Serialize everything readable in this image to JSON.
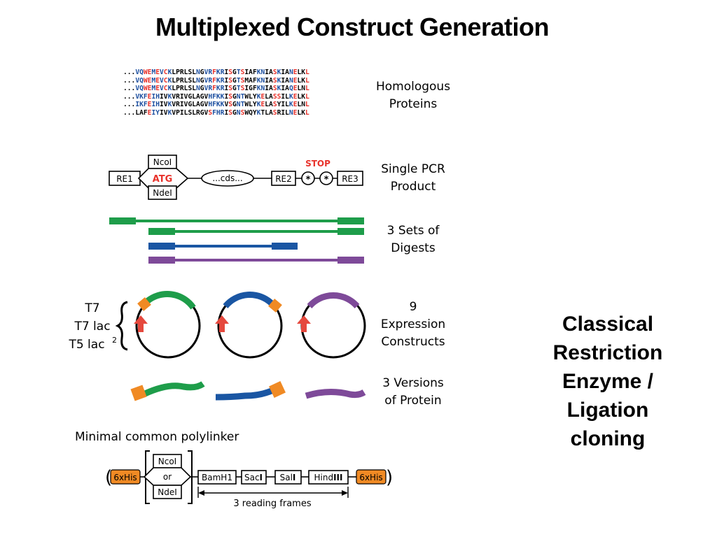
{
  "title": "Multiplexed Construct Generation",
  "sequences": [
    [
      [
        "k",
        "..."
      ],
      [
        "b",
        "VQ"
      ],
      [
        "r",
        "WE"
      ],
      [
        "b",
        "M"
      ],
      [
        "r",
        "E"
      ],
      [
        "b",
        "V"
      ],
      [
        "r",
        "C"
      ],
      [
        "b",
        "K"
      ],
      [
        "k",
        "LPRLSL"
      ],
      [
        "b",
        "N"
      ],
      [
        "k",
        "G"
      ],
      [
        "b",
        "VR"
      ],
      [
        "r",
        "F"
      ],
      [
        "b",
        "KR"
      ],
      [
        "k",
        "I"
      ],
      [
        "r",
        "S"
      ],
      [
        "k",
        "G"
      ],
      [
        "b",
        "T"
      ],
      [
        "r",
        "S"
      ],
      [
        "k",
        "IAF"
      ],
      [
        "b",
        "KN"
      ],
      [
        "k",
        "IA"
      ],
      [
        "r",
        "S"
      ],
      [
        "b",
        "K"
      ],
      [
        "k",
        "IA"
      ],
      [
        "b",
        "N"
      ],
      [
        "r",
        "E"
      ],
      [
        "k",
        "LK"
      ],
      [
        "r",
        "L"
      ]
    ],
    [
      [
        "k",
        "..."
      ],
      [
        "b",
        "VQ"
      ],
      [
        "r",
        "WE"
      ],
      [
        "b",
        "M"
      ],
      [
        "r",
        "E"
      ],
      [
        "b",
        "V"
      ],
      [
        "r",
        "C"
      ],
      [
        "b",
        "K"
      ],
      [
        "k",
        "LPRLSL"
      ],
      [
        "b",
        "N"
      ],
      [
        "k",
        "G"
      ],
      [
        "b",
        "VR"
      ],
      [
        "r",
        "F"
      ],
      [
        "b",
        "KR"
      ],
      [
        "k",
        "I"
      ],
      [
        "r",
        "S"
      ],
      [
        "k",
        "G"
      ],
      [
        "b",
        "T"
      ],
      [
        "r",
        "S"
      ],
      [
        "k",
        "MAF"
      ],
      [
        "b",
        "KN"
      ],
      [
        "k",
        "IA"
      ],
      [
        "r",
        "S"
      ],
      [
        "b",
        "K"
      ],
      [
        "k",
        "IA"
      ],
      [
        "b",
        "N"
      ],
      [
        "r",
        "E"
      ],
      [
        "k",
        "LK"
      ],
      [
        "r",
        "L"
      ]
    ],
    [
      [
        "k",
        "..."
      ],
      [
        "b",
        "VQ"
      ],
      [
        "r",
        "WE"
      ],
      [
        "b",
        "M"
      ],
      [
        "r",
        "E"
      ],
      [
        "b",
        "V"
      ],
      [
        "r",
        "C"
      ],
      [
        "b",
        "K"
      ],
      [
        "k",
        "LPRLSL"
      ],
      [
        "b",
        "N"
      ],
      [
        "k",
        "G"
      ],
      [
        "b",
        "VR"
      ],
      [
        "r",
        "F"
      ],
      [
        "b",
        "KR"
      ],
      [
        "k",
        "I"
      ],
      [
        "r",
        "S"
      ],
      [
        "k",
        "G"
      ],
      [
        "b",
        "T"
      ],
      [
        "r",
        "S"
      ],
      [
        "k",
        "IGF"
      ],
      [
        "b",
        "KN"
      ],
      [
        "k",
        "IA"
      ],
      [
        "r",
        "S"
      ],
      [
        "b",
        "K"
      ],
      [
        "k",
        "IA"
      ],
      [
        "b",
        "Q"
      ],
      [
        "r",
        "E"
      ],
      [
        "k",
        "LN"
      ],
      [
        "r",
        "L"
      ]
    ],
    [
      [
        "k",
        "..."
      ],
      [
        "b",
        "VKF"
      ],
      [
        "r",
        "E"
      ],
      [
        "b",
        "IH"
      ],
      [
        "k",
        "IV"
      ],
      [
        "b",
        "K"
      ],
      [
        "k",
        "VRIVGLAGV"
      ],
      [
        "b",
        "HF"
      ],
      [
        "b",
        "KK"
      ],
      [
        "k",
        "I"
      ],
      [
        "r",
        "S"
      ],
      [
        "k",
        "G"
      ],
      [
        "b",
        "NT"
      ],
      [
        "k",
        "WLY"
      ],
      [
        "b",
        "K"
      ],
      [
        "r",
        "E"
      ],
      [
        "k",
        "LA"
      ],
      [
        "r",
        "S"
      ],
      [
        "r",
        "S"
      ],
      [
        "k",
        "IL"
      ],
      [
        "b",
        "K"
      ],
      [
        "r",
        "E"
      ],
      [
        "k",
        "LK"
      ],
      [
        "r",
        "L"
      ]
    ],
    [
      [
        "k",
        "..."
      ],
      [
        "b",
        "IKF"
      ],
      [
        "r",
        "E"
      ],
      [
        "b",
        "IH"
      ],
      [
        "k",
        "IV"
      ],
      [
        "b",
        "K"
      ],
      [
        "k",
        "VRIVGLAGV"
      ],
      [
        "b",
        "HF"
      ],
      [
        "b",
        "KK"
      ],
      [
        "k",
        "V"
      ],
      [
        "r",
        "S"
      ],
      [
        "k",
        "G"
      ],
      [
        "b",
        "NT"
      ],
      [
        "k",
        "WLY"
      ],
      [
        "b",
        "K"
      ],
      [
        "r",
        "E"
      ],
      [
        "k",
        "LA"
      ],
      [
        "r",
        "S"
      ],
      [
        "k",
        "YIL"
      ],
      [
        "b",
        "K"
      ],
      [
        "r",
        "E"
      ],
      [
        "k",
        "LN"
      ],
      [
        "r",
        "L"
      ]
    ],
    [
      [
        "k",
        "..."
      ],
      [
        "k",
        "LAF"
      ],
      [
        "r",
        "E"
      ],
      [
        "b",
        "IY"
      ],
      [
        "k",
        "IV"
      ],
      [
        "b",
        "K"
      ],
      [
        "k",
        "VPILSLRGV"
      ],
      [
        "r",
        "S"
      ],
      [
        "b",
        "FHR"
      ],
      [
        "k",
        "I"
      ],
      [
        "r",
        "S"
      ],
      [
        "k",
        "G"
      ],
      [
        "b",
        "N"
      ],
      [
        "r",
        "S"
      ],
      [
        "k",
        "WQY"
      ],
      [
        "b",
        "K"
      ],
      [
        "k",
        "TLA"
      ],
      [
        "r",
        "S"
      ],
      [
        "k",
        "RIL"
      ],
      [
        "b",
        "N"
      ],
      [
        "r",
        "E"
      ],
      [
        "k",
        "LK"
      ],
      [
        "r",
        "L"
      ]
    ]
  ],
  "labels": {
    "homologous": [
      "Homologous",
      "Proteins"
    ],
    "pcr": [
      "Single PCR",
      "Product"
    ],
    "digests": [
      "3 Sets of",
      "Digests"
    ],
    "constructs": [
      "9",
      "Expression",
      "Constructs"
    ],
    "versions": [
      "3 Versions",
      "of Protein"
    ],
    "polylinker_title": "Minimal common polylinker"
  },
  "pcr": {
    "re1": "RE1",
    "ncoi": "NcoI",
    "atg": "ATG",
    "ndei": "NdeI",
    "cds": "...cds...",
    "stop": "STOP",
    "re2": "RE2",
    "re3": "RE3",
    "star": "*"
  },
  "promoters": [
    "T7",
    "T7 lac",
    "T5 lac"
  ],
  "promoter_superscript": "2",
  "polylinker": {
    "his_left": "6xHis",
    "ncoi": "NcoI",
    "or": "or",
    "ndei": "NdeI",
    "sites": [
      "BamH1",
      "Sac",
      "Sal",
      "Hind"
    ],
    "site_suffix": [
      "",
      "I",
      "I",
      "III"
    ],
    "his_right": "6xHis",
    "frames": "3 reading frames"
  },
  "side_text": [
    "Classical",
    "Restriction",
    "Enzyme /",
    "Ligation",
    "cloning"
  ],
  "colors": {
    "red": "#e8322b",
    "blue": "#1d4fa0",
    "green": "#1e9d4a",
    "dblue": "#1a56a3",
    "purple": "#7e4a99",
    "orange": "#f08a24",
    "promoter": "#e5483d"
  }
}
